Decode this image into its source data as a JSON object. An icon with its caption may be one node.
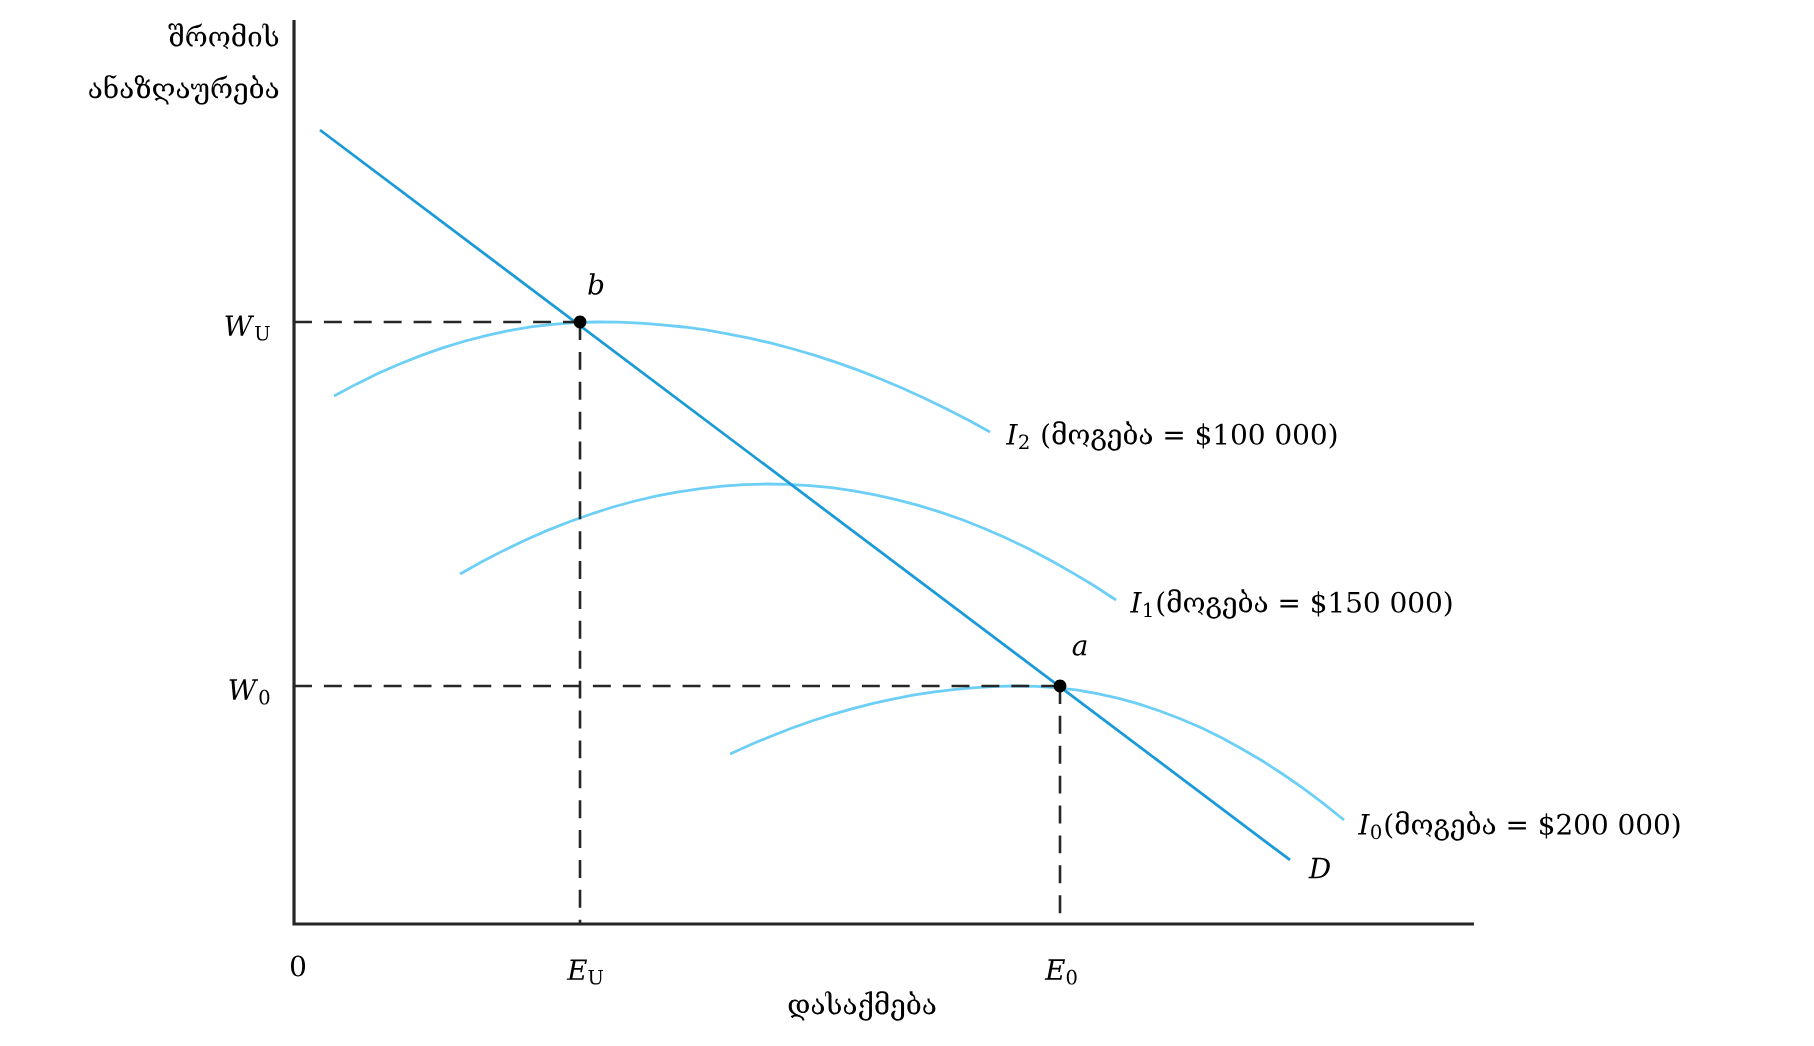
{
  "diagram": {
    "labels": [
      "შრომის ანაზღაურება",
      "b",
      "*W*$_{U}$",
      "*I*$_{2}$ (მოგება = $100 000)",
      "*I*$_{1}$(მოგება = $150 000)",
      "a",
      "*W*$_{0}$",
      "*I*$_{0}$(მოგება = $200 000)",
      "D",
      "0",
      "*E*$_{U}$",
      "*E*$_{0}$",
      "დასაქმება"
    ]
  }
}
